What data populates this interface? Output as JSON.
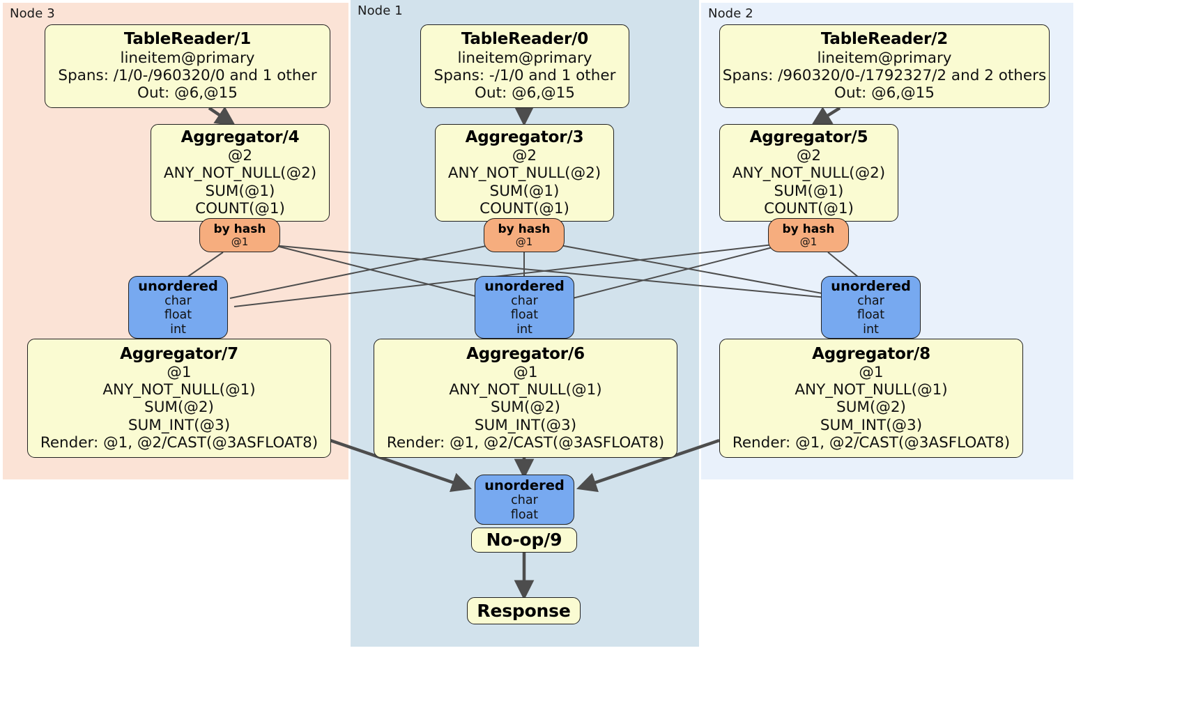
{
  "diagram": {
    "type": "distributed-query-plan",
    "regions": [
      {
        "id": "node3",
        "label": "Node 3",
        "color": "#fbe3d6"
      },
      {
        "id": "node1",
        "label": "Node 1",
        "color": "#d2e2ec"
      },
      {
        "id": "node2",
        "label": "Node 2",
        "color": "#e9f1fb"
      }
    ],
    "colors": {
      "processor_fill": "#fafbd2",
      "router_fill": "#f6ad7e",
      "synchronizer_fill": "#77a9f0",
      "edge": "#4d4d4d",
      "border": "#202020"
    },
    "nodes": {
      "tablereader1": {
        "title": "TableReader/1",
        "lines": [
          "lineitem@primary",
          "Spans: /1/0-/960320/0 and 1 other",
          "Out: @6,@15"
        ]
      },
      "tablereader0": {
        "title": "TableReader/0",
        "lines": [
          "lineitem@primary",
          "Spans: -/1/0 and 1 other",
          "Out: @6,@15"
        ]
      },
      "tablereader2": {
        "title": "TableReader/2",
        "lines": [
          "lineitem@primary",
          "Spans: /960320/0-/1792327/2 and 2 others",
          "Out: @6,@15"
        ]
      },
      "aggregator4": {
        "title": "Aggregator/4",
        "lines": [
          "@2",
          "ANY_NOT_NULL(@2)",
          "SUM(@1)",
          "COUNT(@1)"
        ]
      },
      "aggregator3": {
        "title": "Aggregator/3",
        "lines": [
          "@2",
          "ANY_NOT_NULL(@2)",
          "SUM(@1)",
          "COUNT(@1)"
        ]
      },
      "aggregator5": {
        "title": "Aggregator/5",
        "lines": [
          "@2",
          "ANY_NOT_NULL(@2)",
          "SUM(@1)",
          "COUNT(@1)"
        ]
      },
      "byhash4": {
        "title": "by hash",
        "lines": [
          "@1"
        ]
      },
      "byhash3": {
        "title": "by hash",
        "lines": [
          "@1"
        ]
      },
      "byhash5": {
        "title": "by hash",
        "lines": [
          "@1"
        ]
      },
      "unordered7": {
        "title": "unordered",
        "lines": [
          "char",
          "float",
          "int"
        ]
      },
      "unordered6": {
        "title": "unordered",
        "lines": [
          "char",
          "float",
          "int"
        ]
      },
      "unordered8": {
        "title": "unordered",
        "lines": [
          "char",
          "float",
          "int"
        ]
      },
      "aggregator7": {
        "title": "Aggregator/7",
        "lines": [
          "@1",
          "ANY_NOT_NULL(@1)",
          "SUM(@2)",
          "SUM_INT(@3)",
          "Render: @1, @2/CAST(@3ASFLOAT8)"
        ]
      },
      "aggregator6": {
        "title": "Aggregator/6",
        "lines": [
          "@1",
          "ANY_NOT_NULL(@1)",
          "SUM(@2)",
          "SUM_INT(@3)",
          "Render: @1, @2/CAST(@3ASFLOAT8)"
        ]
      },
      "aggregator8": {
        "title": "Aggregator/8",
        "lines": [
          "@1",
          "ANY_NOT_NULL(@1)",
          "SUM(@2)",
          "SUM_INT(@3)",
          "Render: @1, @2/CAST(@3ASFLOAT8)"
        ]
      },
      "unordered_final": {
        "title": "unordered",
        "lines": [
          "char",
          "float"
        ]
      },
      "noop9": {
        "title": "No-op/9",
        "lines": []
      },
      "response": {
        "title": "Response",
        "lines": []
      }
    }
  }
}
